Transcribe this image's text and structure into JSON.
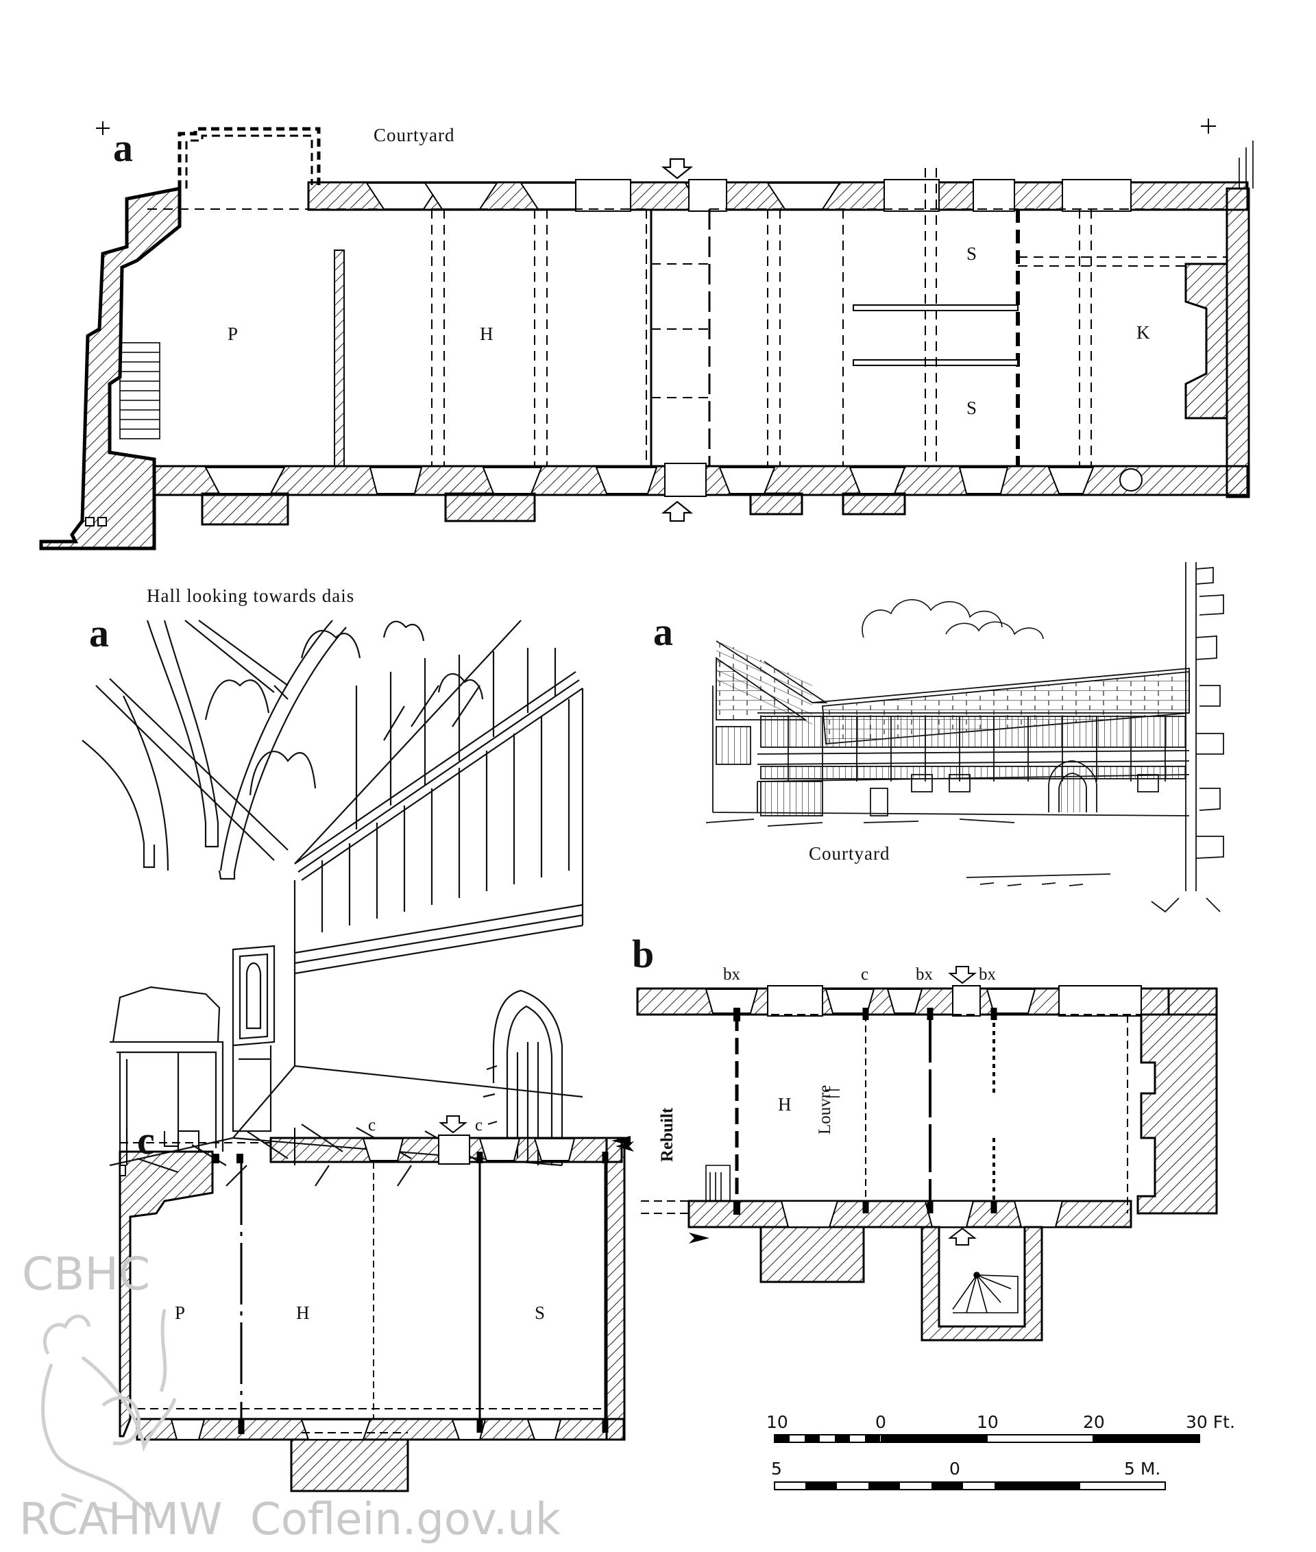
{
  "plan_a": {
    "label": "a",
    "caption_courtyard": "Courtyard",
    "rooms": [
      "P",
      "H",
      "S",
      "S",
      "K"
    ]
  },
  "interior_view": {
    "label": "a",
    "caption": "Hall looking towards dais"
  },
  "courtyard_view": {
    "label": "a",
    "caption": "Courtyard"
  },
  "plan_b": {
    "label": "b",
    "truss_labels": [
      "bx",
      "c",
      "bx",
      "bx"
    ],
    "room": "H",
    "louvre": "Louvre",
    "rebuilt": "Rebuilt"
  },
  "plan_c": {
    "label": "c",
    "truss_labels": [
      "c",
      "c"
    ],
    "rooms": [
      "P",
      "H",
      "S"
    ]
  },
  "scale_bar": {
    "feet_ticks": [
      "10",
      "0",
      "10",
      "20",
      "30 Ft."
    ],
    "metre_ticks": [
      "5",
      "0",
      "5 M."
    ]
  },
  "watermark": {
    "org_short": "CBHC",
    "org": "RCAHMW",
    "site": "Coflein.gov.uk"
  }
}
